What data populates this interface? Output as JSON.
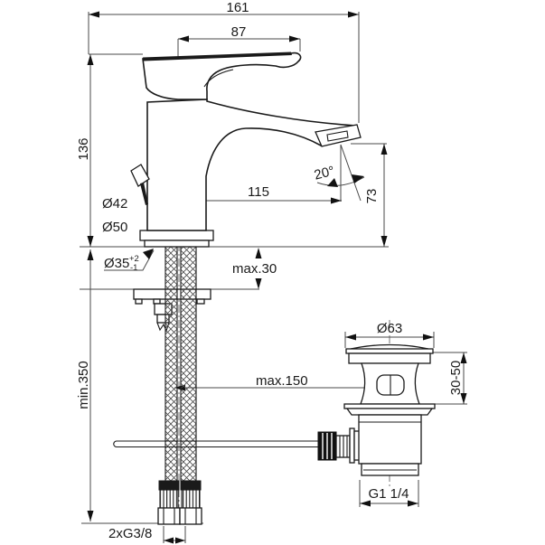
{
  "drawing": {
    "type": "basin-mixer-installation-drawing",
    "background": "#ffffff",
    "line_color": "#1a1a1a",
    "dimension_line_color": "#4a4a4a"
  },
  "labels": {
    "width_total": "161",
    "width_handle": "87",
    "height_body": "136",
    "spout_reach": "115",
    "spout_angle": "20°",
    "spout_height": "73",
    "dia_body": "Ø42",
    "dia_base": "Ø50",
    "dia_hole": "Ø35",
    "dia_hole_tol_plus": "+2",
    "dia_hole_tol_minus": "-1",
    "deck_thickness": "max.30",
    "hose_length": "min.350",
    "rod_reach": "max.150",
    "dia_waste_cap": "Ø63",
    "waste_clamp_range": "30-50",
    "waste_thread": "G1 1/4",
    "supply_thread": "2xG3/8"
  }
}
